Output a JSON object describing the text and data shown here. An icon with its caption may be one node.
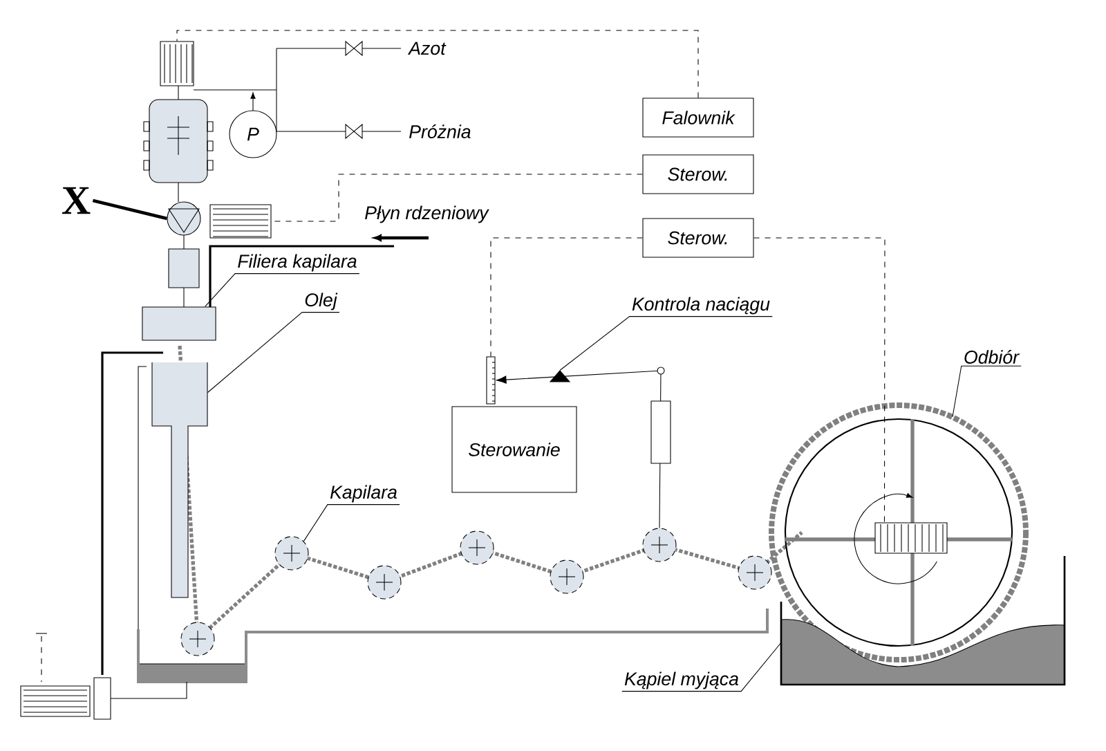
{
  "diagram": {
    "nodes": [
      {
        "text": [
          "Falownik"
        ]
      },
      {
        "text": [
          "Sterow."
        ]
      },
      {
        "text": [
          "Sterow."
        ]
      },
      {
        "text": [
          "P"
        ]
      },
      {
        "text": [
          "Sterowanie"
        ]
      },
      {
        "text": [
          "X"
        ]
      },
      {
        "text": [
          "Filiera kapilara"
        ]
      },
      {
        "text": [
          "Olej"
        ]
      },
      {
        "text": [
          "Kontrola naciągu"
        ]
      },
      {
        "text": [
          "Kapilara"
        ]
      },
      {
        "text": [
          "Odbiór"
        ]
      },
      {
        "text": [
          "Kąpiel myjąca"
        ]
      },
      {
        "text": [],
        "shape": "picture"
      },
      {
        "text": [],
        "shape": "picture"
      },
      {
        "text": [],
        "shape": "picture"
      },
      {
        "text": [],
        "shape": "box"
      },
      {
        "text": [],
        "shape": "picture"
      },
      {
        "text": [],
        "shape": "picture"
      },
      {
        "text": [],
        "shape": "picture"
      },
      {
        "text": [],
        "shape": "circle"
      },
      {
        "text": [],
        "shape": "circle"
      },
      {
        "text": [],
        "shape": "circle"
      },
      {
        "text": [],
        "shape": "circle"
      },
      {
        "text": [],
        "shape": "circle"
      },
      {
        "text": [],
        "shape": "circle"
      },
      {
        "text": [],
        "shape": "circle"
      },
      {
        "text": [],
        "shape": "picture"
      },
      {
        "text": [],
        "shape": "picture",
        "in": 26
      },
      {
        "text": [],
        "shape": "picture"
      }
    ],
    "edges": [
      {
        "from": 0,
        "to": 12,
        "arrow": "none",
        "style": "dashed"
      },
      {
        "from": 1,
        "to": 13,
        "arrow": "none",
        "style": "dashed"
      },
      {
        "from": 2,
        "to": 17,
        "arrow": "none",
        "style": "dashed"
      },
      {
        "from": 2,
        "to": 27,
        "arrow": "none",
        "style": "dashed"
      },
      {
        "from": 5,
        "to": 14,
        "arrow": "none",
        "style": "thick"
      },
      {
        "from": 6,
        "to": 15,
        "arrow": "none"
      },
      {
        "from": 7,
        "to": 16,
        "arrow": "none"
      },
      {
        "from": 8,
        "to": 18,
        "arrow": "none"
      },
      {
        "from": 9,
        "to": 20,
        "arrow": "none"
      },
      {
        "from": 10,
        "to": 26,
        "arrow": "none"
      },
      {
        "from": 11,
        "to": 28,
        "arrow": "none"
      },
      {
        "from": 24,
        "to": 17,
        "arrow": "to"
      }
    ],
    "labels": [
      "Azot",
      "Próżnia",
      "Płyn rdzeniowy"
    ]
  }
}
